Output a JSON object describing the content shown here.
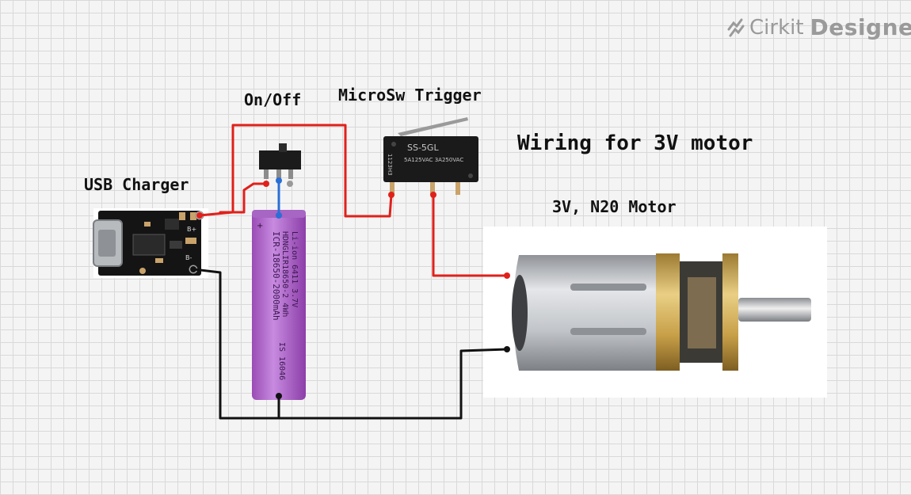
{
  "brand": {
    "name": "Cirkit",
    "suffix": "Designer",
    "icon": "cirkit-logo-icon"
  },
  "title": "Wiring for 3V motor",
  "components": {
    "charger": {
      "label": "USB Charger",
      "pins": [
        "B+",
        "B-"
      ]
    },
    "switch": {
      "label": "On/Off"
    },
    "microswitch": {
      "label": "MicroSw Trigger",
      "print1": "SS-5GL",
      "print2": "5A125VAC  3A250VAC",
      "print3": "1123H3"
    },
    "battery": {
      "label": "",
      "print1": "ICR-18650-2000mAh",
      "print2": "HDNGLIR18650-2 4Wh",
      "print3": "Li-ion 6411 3.7V",
      "print4": "IS 16046"
    },
    "motor": {
      "label": "3V, N20 Motor"
    }
  },
  "wire_colors": {
    "positive": "#e0201b",
    "negative": "#111111",
    "switch": "#2a6fd6"
  }
}
